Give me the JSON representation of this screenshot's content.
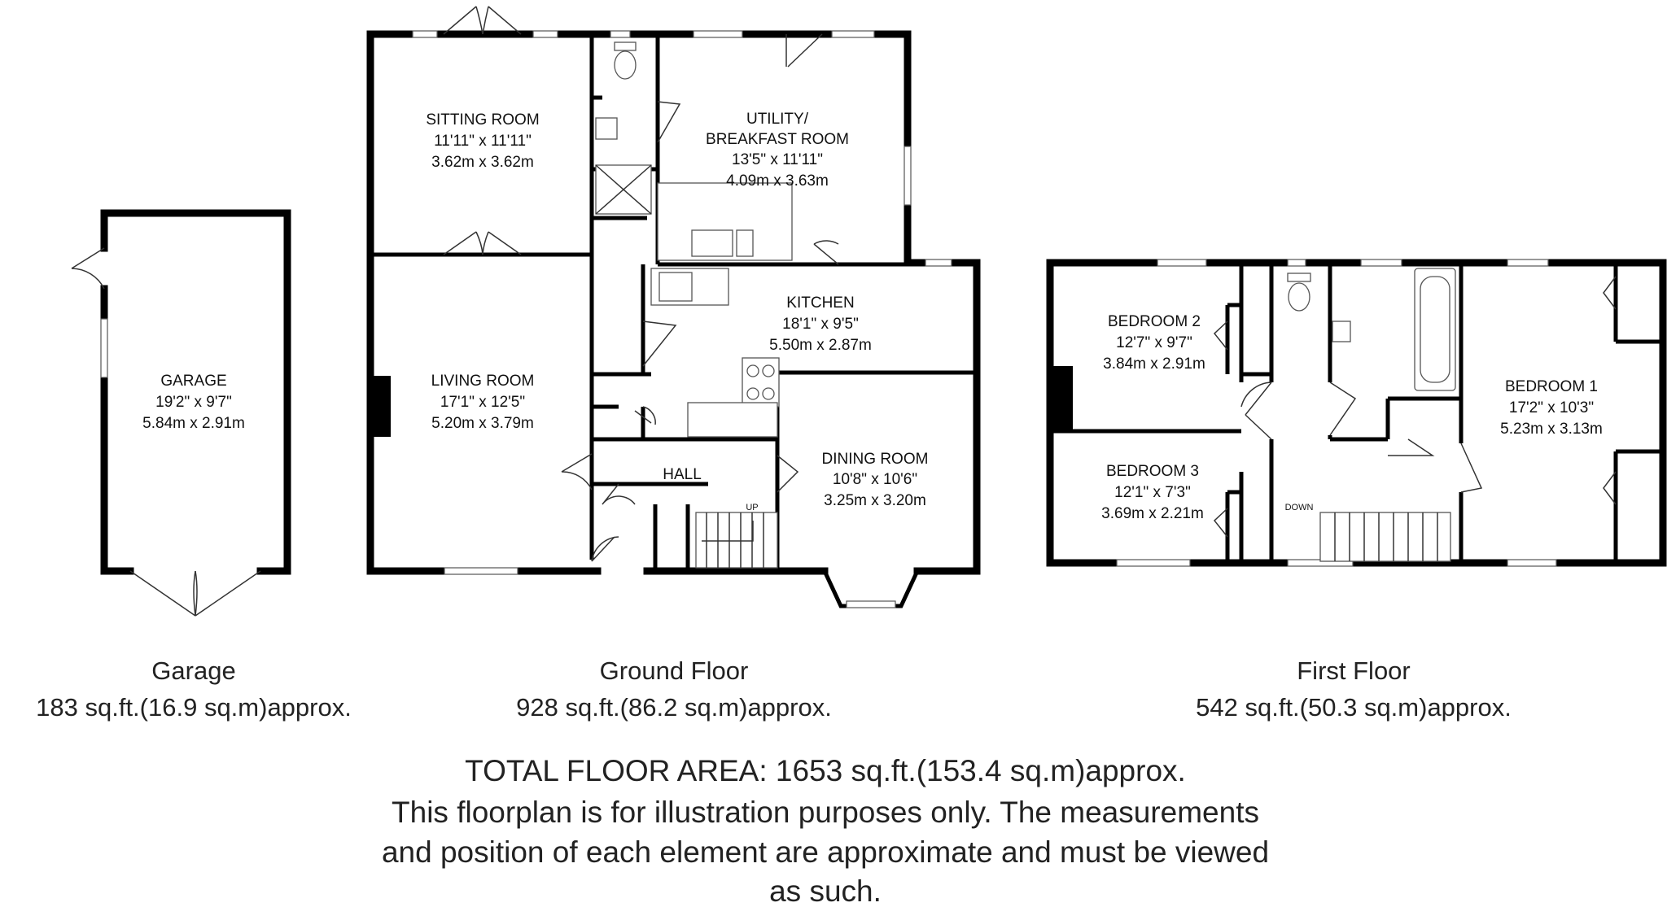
{
  "rooms": {
    "garage": {
      "name": "GARAGE",
      "imperial": "19'2\" x 9'7\"",
      "metric": "5.84m x 2.91m"
    },
    "sitting_room": {
      "name": "SITTING ROOM",
      "imperial": "11'11\" x 11'11\"",
      "metric": "3.62m x 3.62m"
    },
    "utility": {
      "name": "UTILITY/",
      "name2": "BREAKFAST ROOM",
      "imperial": "13'5\" x 11'11\"",
      "metric": "4.09m x 3.63m"
    },
    "living_room": {
      "name": "LIVING ROOM",
      "imperial": "17'1\" x 12'5\"",
      "metric": "5.20m x 3.79m"
    },
    "kitchen": {
      "name": "KITCHEN",
      "imperial": "18'1\" x 9'5\"",
      "metric": "5.50m x 2.87m"
    },
    "hall": {
      "name": "HALL"
    },
    "dining_room": {
      "name": "DINING ROOM",
      "imperial": "10'8\" x 10'6\"",
      "metric": "3.25m x 3.20m"
    },
    "bedroom2": {
      "name": "BEDROOM 2",
      "imperial": "12'7\" x 9'7\"",
      "metric": "3.84m x 2.91m"
    },
    "bedroom3": {
      "name": "BEDROOM 3",
      "imperial": "12'1\" x 7'3\"",
      "metric": "3.69m x 2.21m"
    },
    "bedroom1": {
      "name": "BEDROOM 1",
      "imperial": "17'2\" x 10'3\"",
      "metric": "5.23m x 3.13m"
    }
  },
  "stairs": {
    "up": "UP",
    "down": "DOWN"
  },
  "floors": {
    "garage": {
      "title": "Garage",
      "area": "183 sq.ft.(16.9 sq.m)approx."
    },
    "ground": {
      "title": "Ground Floor",
      "area": "928 sq.ft.(86.2 sq.m)approx."
    },
    "first": {
      "title": "First Floor",
      "area": "542 sq.ft.(50.3 sq.m)approx."
    }
  },
  "footer": {
    "total": "TOTAL FLOOR AREA: 1653 sq.ft.(153.4 sq.m)approx.",
    "disclaimer_1": "This floorplan is for illustration purposes only. The measurements",
    "disclaimer_2": "and position of each element are approximate and must be viewed",
    "disclaimer_3": "as such."
  }
}
